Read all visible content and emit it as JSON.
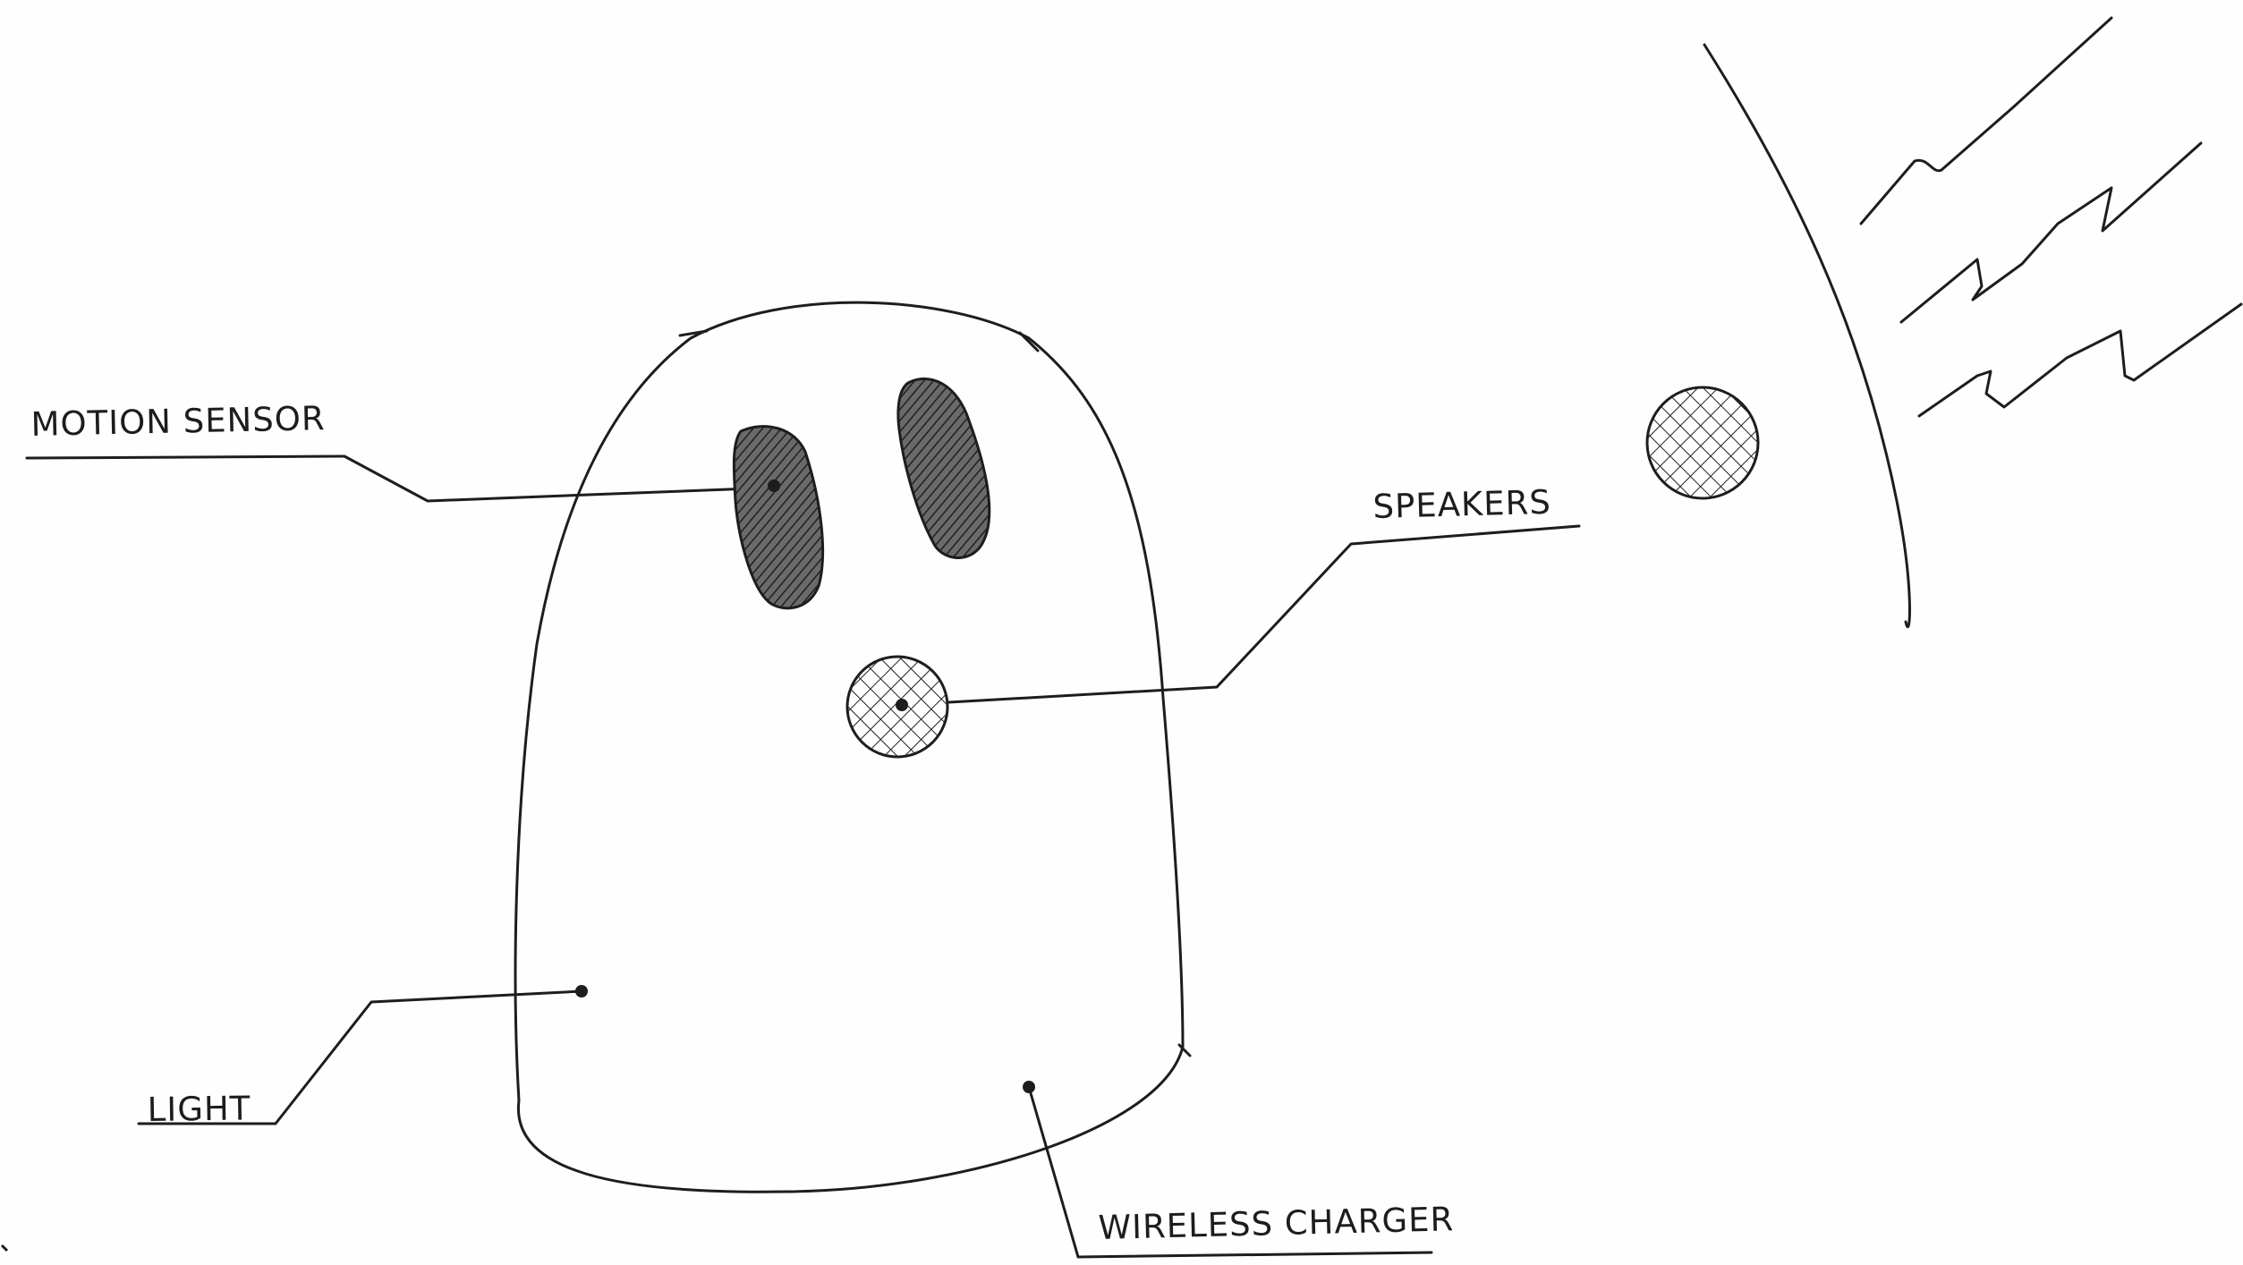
{
  "diagram": {
    "labels": {
      "motion_sensor": "MOTION SENSOR",
      "speakers": "SPEAKERS",
      "light": "LIGHT",
      "wireless_charger": "WIRELESS CHARGER"
    },
    "colors": {
      "ink": "#1d1d1d",
      "paper": "#fefefe"
    }
  }
}
